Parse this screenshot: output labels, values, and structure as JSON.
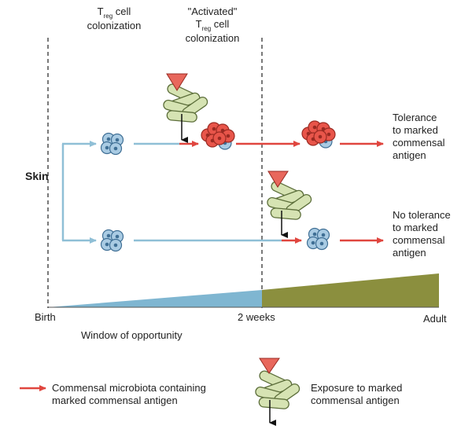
{
  "labels": {
    "treg_prefix": "T",
    "treg_sub": "reg",
    "treg_colonization_suffix": " cell",
    "colonization": "colonization",
    "activated": "\"Activated\"",
    "activated_suffix": " cell",
    "activated_colonization": "colonization",
    "skin": "Skin",
    "tolerance": [
      "Tolerance",
      "to marked",
      "commensal",
      "antigen"
    ],
    "no_tolerance": [
      "No tolerance",
      "to marked",
      "commensal",
      "antigen"
    ],
    "birth": "Birth",
    "two_weeks": "2 weeks",
    "adult": "Adult",
    "window": "Window of opportunity"
  },
  "legend": {
    "arrow_text": [
      "Commensal microbiota containing",
      "marked commensal antigen"
    ],
    "exposure_text": [
      "Exposure to marked",
      "commensal antigen"
    ]
  },
  "colors": {
    "blue_arrow": "#8fbfd6",
    "red_arrow": "#e0463f",
    "blue_cell": "#a9cbe3",
    "blue_cell_stroke": "#3f6f95",
    "red_cell": "#e8554a",
    "red_cell_stroke": "#9a2a22",
    "microbe": "#d6e3b3",
    "microbe_stroke": "#5c6e3a",
    "triangle": "#e8675c",
    "window_blue": "#7fb6d1",
    "window_green": "#8b8f3e"
  }
}
